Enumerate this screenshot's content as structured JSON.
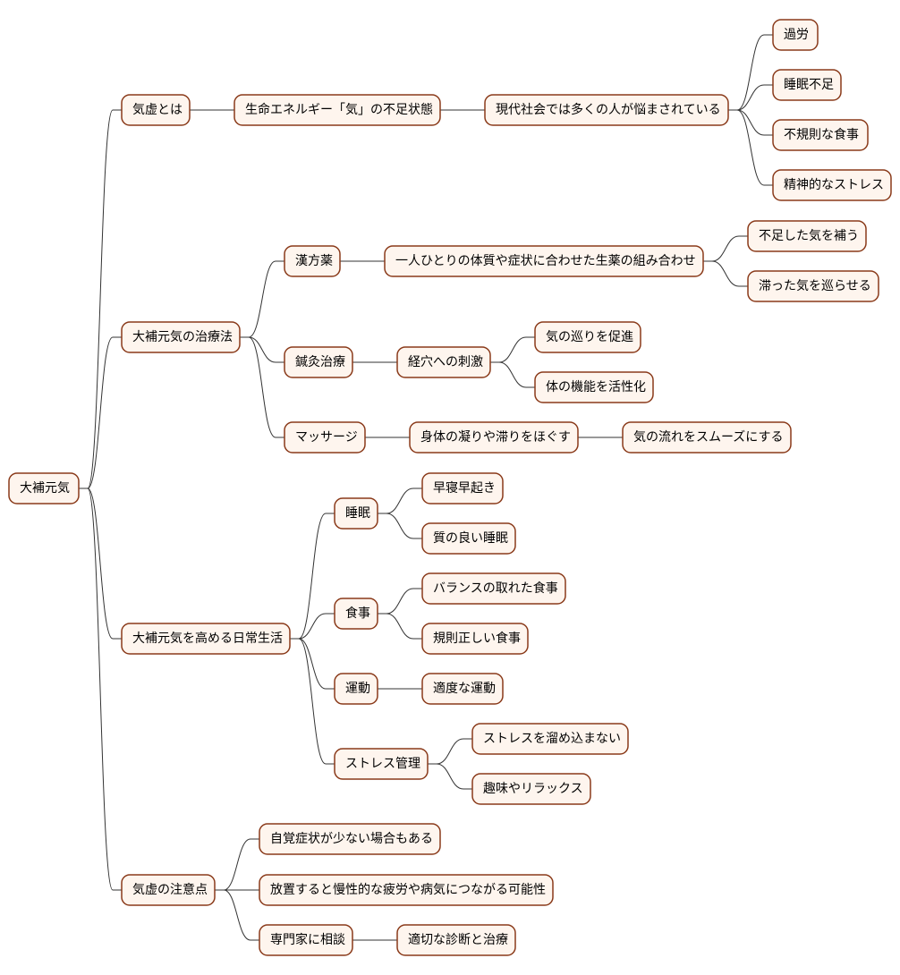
{
  "colors": {
    "node_fill": "#fef5ee",
    "node_border": "#8a3a1a",
    "edge": "#333333",
    "text": "#000000"
  },
  "nodes": {
    "root": "大補元気",
    "kikyo": "気虚とは",
    "seimei": "生命エネルギー「気」の不足状態",
    "gendai": "現代社会では多くの人が悩まされている",
    "karou": "過労",
    "suimin_busoku": "睡眠不足",
    "fukisoku": "不規則な食事",
    "seishin": "精神的なストレス",
    "chiryo": "大補元気の治療法",
    "kanpo": "漢方薬",
    "kanpo_desc": "一人ひとりの体質や症状に合わせた生薬の組み合わせ",
    "kanpo_a": "不足した気を補う",
    "kanpo_b": "滞った気を巡らせる",
    "shinkyu": "鍼灸治療",
    "keiketsu": "経穴への刺激",
    "shinkyu_a": "気の巡りを促進",
    "shinkyu_b": "体の機能を活性化",
    "massage": "マッサージ",
    "massage_desc": "身体の凝りや滞りをほぐす",
    "massage_a": "気の流れをスムーズにする",
    "seikatsu": "大補元気を高める日常生活",
    "suimin": "睡眠",
    "suimin_a": "早寝早起き",
    "suimin_b": "質の良い睡眠",
    "shokuji": "食事",
    "shokuji_a": "バランスの取れた食事",
    "shokuji_b": "規則正しい食事",
    "undo": "運動",
    "undo_a": "適度な運動",
    "stress": "ストレス管理",
    "stress_a": "ストレスを溜め込まない",
    "stress_b": "趣味やリラックス",
    "chui": "気虚の注意点",
    "chui_a": "自覚症状が少ない場合もある",
    "chui_b": "放置すると慢性的な疲労や病気につながる可能性",
    "senmonka": "専門家に相談",
    "senmonka_a": "適切な診断と治療"
  }
}
